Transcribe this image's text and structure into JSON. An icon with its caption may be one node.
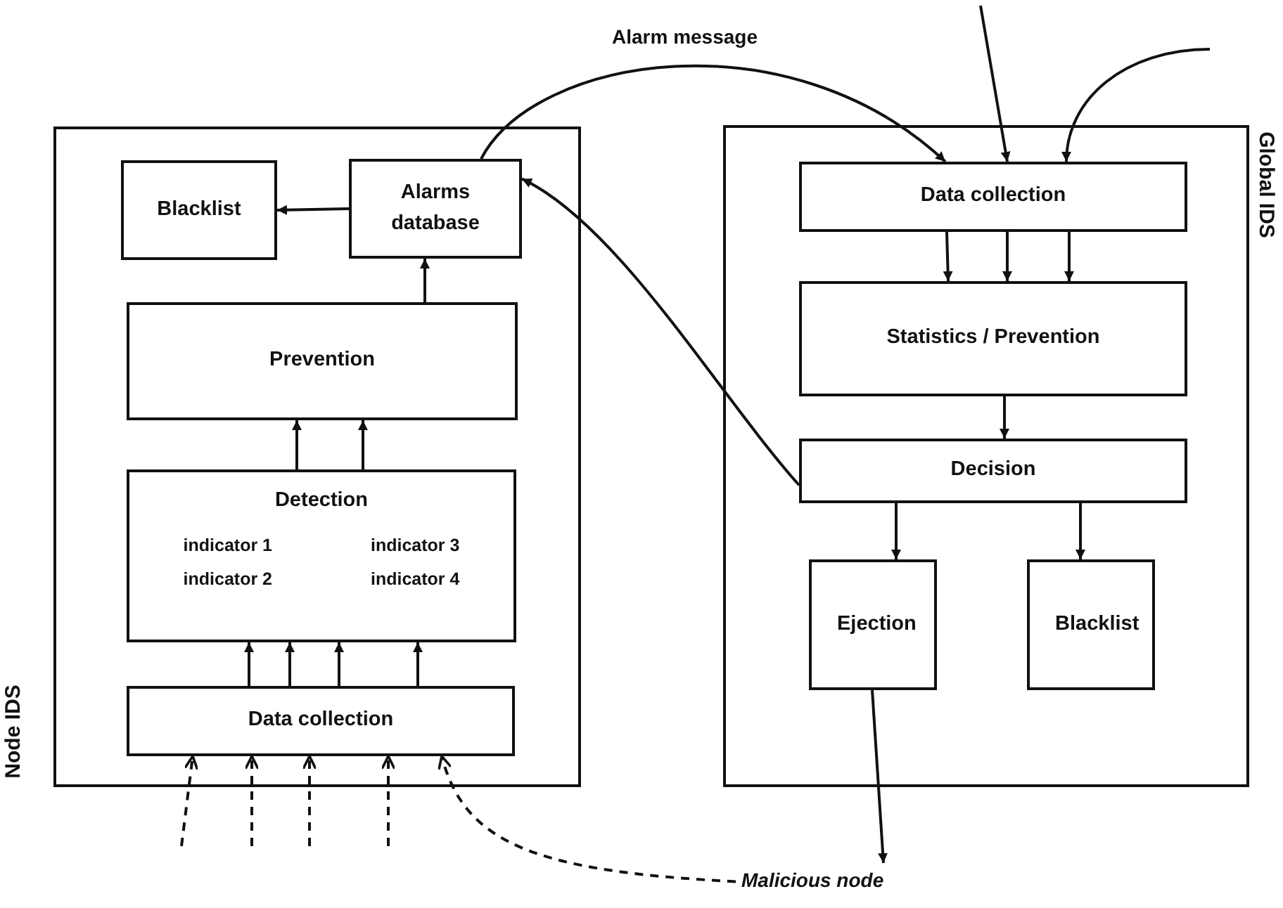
{
  "diagram": {
    "nodes": [
      {
        "text": [
          "Node IDS"
        ]
      },
      {
        "text": [
          "Blacklist"
        ],
        "in": 0
      },
      {
        "text": [
          "Alarms database"
        ],
        "in": 0
      },
      {
        "text": [
          "Prevention"
        ],
        "in": 0
      },
      {
        "text": [
          "Detection",
          "indicator 1",
          "indicator 3",
          "indicator 2",
          "indicator 4"
        ],
        "in": 0
      },
      {
        "text": [
          "Data collection"
        ],
        "in": 0
      },
      {
        "text": [
          "Global IDS"
        ]
      },
      {
        "text": [
          "Data collection"
        ],
        "in": 6
      },
      {
        "text": [
          "Statistics / Prevention"
        ],
        "in": 6
      },
      {
        "text": [
          "Decision"
        ],
        "in": 6
      },
      {
        "text": [
          "Ejection"
        ],
        "in": 6
      },
      {
        "text": [
          "Blacklist"
        ],
        "in": 6
      },
      {
        "text": [
          "Malicious node"
        ]
      }
    ],
    "edges": [
      {
        "from": 2,
        "to": 1,
        "arrow": "to"
      },
      {
        "from": 3,
        "to": 2,
        "arrow": "to"
      },
      {
        "from": 4,
        "to": 3,
        "arrow": "to"
      },
      {
        "from": 4,
        "to": 3,
        "arrow": "to"
      },
      {
        "from": 5,
        "to": 4,
        "arrow": "to"
      },
      {
        "from": 5,
        "to": 4,
        "arrow": "to"
      },
      {
        "from": 5,
        "to": 4,
        "arrow": "to"
      },
      {
        "from": 5,
        "to": 4,
        "arrow": "to"
      },
      {
        "from": null,
        "to": 5,
        "arrow": "to",
        "style": "dashed"
      },
      {
        "from": null,
        "to": 5,
        "arrow": "to",
        "style": "dashed"
      },
      {
        "from": null,
        "to": 5,
        "arrow": "to",
        "style": "dashed"
      },
      {
        "from": null,
        "to": 5,
        "arrow": "to",
        "style": "dashed"
      },
      {
        "from": 12,
        "to": 5,
        "arrow": "to",
        "style": "dashed"
      },
      {
        "from": 2,
        "to": 7,
        "arrow": "to",
        "label": "Alarm message"
      },
      {
        "from": null,
        "to": 7,
        "arrow": "to"
      },
      {
        "from": null,
        "to": 7,
        "arrow": "to"
      },
      {
        "from": 7,
        "to": 8,
        "arrow": "to"
      },
      {
        "from": 7,
        "to": 8,
        "arrow": "to"
      },
      {
        "from": 7,
        "to": 8,
        "arrow": "to"
      },
      {
        "from": 8,
        "to": 9,
        "arrow": "to"
      },
      {
        "from": 9,
        "to": 2,
        "arrow": "to"
      },
      {
        "from": 9,
        "to": 10,
        "arrow": "to"
      },
      {
        "from": 9,
        "to": 11,
        "arrow": "to"
      },
      {
        "from": 10,
        "to": 12,
        "arrow": "to"
      }
    ]
  }
}
